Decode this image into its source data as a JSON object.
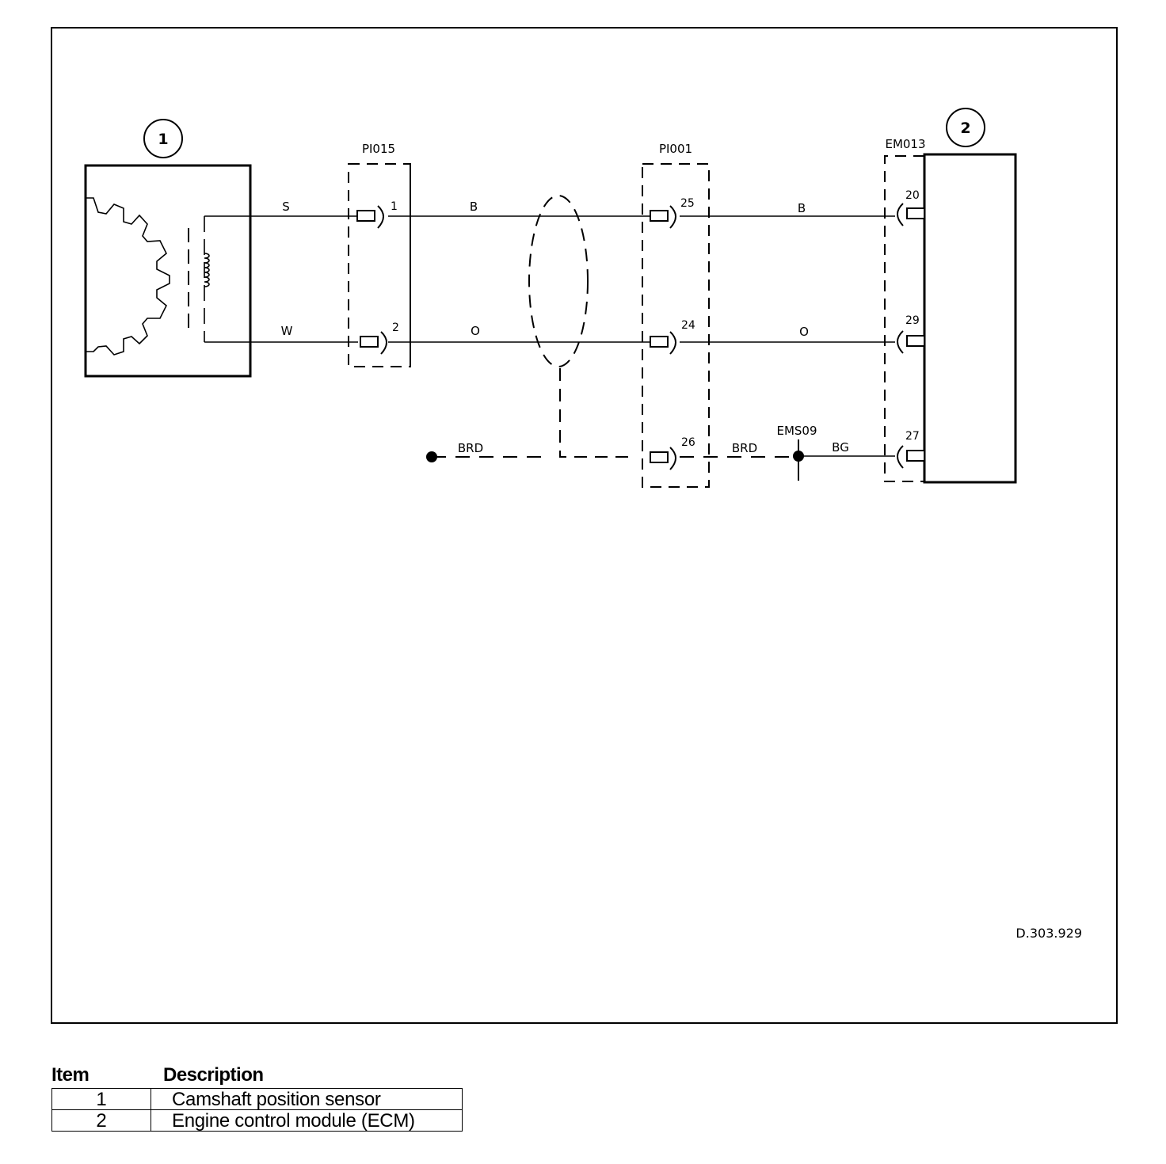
{
  "components": [
    {
      "number": "1"
    },
    {
      "number": "2"
    }
  ],
  "connectors": {
    "pi015": "PI015",
    "pi001": "PI001",
    "em013": "EM013"
  },
  "splice": "EMS09",
  "wires": {
    "sensor_s": "S",
    "sensor_w": "W",
    "mid_b": "B",
    "mid_o": "O",
    "ecm_b": "B",
    "ecm_o": "O",
    "shield_left": "BRD",
    "shield_right": "BRD",
    "ground": "BG"
  },
  "pins": {
    "pi015_1": "1",
    "pi015_2": "2",
    "pi001_25": "25",
    "pi001_24": "24",
    "pi001_26": "26",
    "em013_20": "20",
    "em013_29": "29",
    "em013_27": "27"
  },
  "drawing_ref": "D.303.929",
  "legend": {
    "headers": {
      "item": "Item",
      "description": "Description"
    },
    "rows": [
      {
        "item": "1",
        "description": "Camshaft position sensor"
      },
      {
        "item": "2",
        "description": "Engine control module (ECM)"
      }
    ]
  }
}
